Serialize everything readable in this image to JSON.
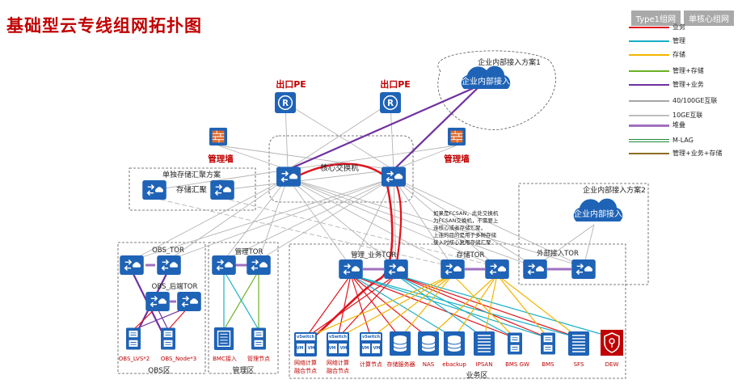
{
  "header": {
    "title": "基础型云专线组网拓扑图"
  },
  "tabs": [
    {
      "label": "Type1组网"
    },
    {
      "label": "单核心组网"
    }
  ],
  "legend": [
    {
      "label": "业务",
      "color": "#e0141e",
      "double": false
    },
    {
      "label": "管理",
      "color": "#1ab0c8",
      "double": false
    },
    {
      "label": "存储",
      "color": "#f2b500",
      "double": false
    },
    {
      "label": "管理+存储",
      "color": "#6ab023",
      "double": false
    },
    {
      "label": "管理+业务",
      "color": "#7030a0",
      "double": false
    },
    {
      "label": "40/100GE互联",
      "color": "#a6a6a6",
      "double": false
    },
    {
      "label": "10GE互联",
      "color": "#bfbfbf",
      "double": false
    },
    {
      "label": "堆叠",
      "color": "#a070c0",
      "double": false
    },
    {
      "label": "M-LAG",
      "color": "#1b8a3a",
      "double": true
    },
    {
      "label": "管理+业务+存储",
      "color": "#8c6d1f",
      "double": false
    }
  ],
  "labels": {
    "pe_left": "出口PE",
    "pe_right": "出口PE",
    "fw_left": "管理墙",
    "fw_right": "管理墙",
    "core": "核心交换机",
    "enterprise1_title": "企业内部接入方案1",
    "enterprise1_cloud": "企业内部接入",
    "enterprise2_title": "企业内部接入方案2",
    "enterprise2_cloud": "企业内部接入",
    "storage_agg_title": "单独存储汇聚方案",
    "storage_agg": "存储汇聚",
    "obs_tor": "OBS_TOR",
    "obs_back_tor": "OBS_后端TOR",
    "mgmt_tor": "管理TOR",
    "mgmt_biz_tor": "管理_业务TOR",
    "storage_tor": "存储TOR",
    "external_tor": "外部接入TOR",
    "note": [
      "如果是FCSAN，此处交换机",
      "为FCSAN交换机，不需要上",
      "连核心或者存储汇聚，",
      "上连的目的是用于多种存储",
      "接入时核心复用存储汇聚"
    ],
    "obs_zone": "OBS区",
    "mgmt_zone": "管理区",
    "biz_zone": "业务区",
    "obs_lvs": "OBS_LVS*2",
    "obs_node": "OBS_Node*3",
    "bmc": "BMC接入",
    "mgmt_node": "管理节点",
    "vswitch": "vSwitch",
    "vm": "VM",
    "net_node1_a": "网络计算",
    "net_node1_b": "融合节点",
    "net_node2_a": "网络计算",
    "net_node2_b": "融合节点",
    "compute_node": "计算节点",
    "storage_server": "存储服务器",
    "nas": "NAS",
    "ebackup": "ebackup",
    "ipsan": "IPSAN",
    "bms_gw": "BMS GW",
    "bms": "BMS",
    "sfs": "SFS",
    "dew": "DEW"
  },
  "colors": {
    "title_red": "#c00000",
    "device_blue": "#1f63b6",
    "label_red": "#c00000",
    "gray_line": "#b4b4b4",
    "biz": "#e0141e",
    "mgmt": "#1ab0c8",
    "storage": "#f2b500",
    "mgmt_storage": "#6ab023",
    "mgmt_biz": "#7030a0",
    "stack": "#a070c0"
  }
}
